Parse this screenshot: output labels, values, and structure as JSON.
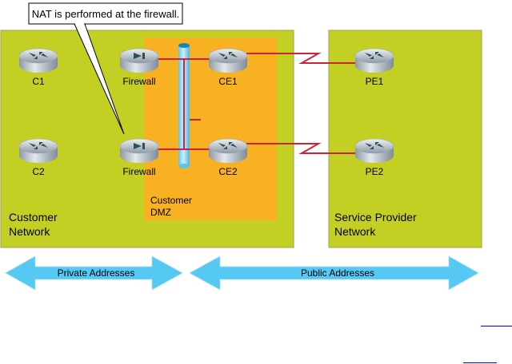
{
  "callout": {
    "text": "NAT is performed at the firewall."
  },
  "zones": {
    "customer_network": {
      "line1": "Customer",
      "line2": "Network",
      "color": "#c3cf22"
    },
    "customer_dmz": {
      "line1": "Customer",
      "line2": "DMZ",
      "color": "#f8b120"
    },
    "service_provider": {
      "line1": "Service Provider",
      "line2": "Network",
      "color": "#c3cf22"
    }
  },
  "devices": {
    "c1": "C1",
    "c2": "C2",
    "firewall1": "Firewall",
    "firewall2": "Firewall",
    "ce1": "CE1",
    "ce2": "CE2",
    "pe1": "PE1",
    "pe2": "PE2"
  },
  "arrows": {
    "private": "Private Addresses",
    "public": "Public Addresses",
    "color": "#55c8f4"
  },
  "colors": {
    "link_red": "#d0203a",
    "lan_tube": "#7fd4f5",
    "hyperlink": "#0000d0"
  }
}
